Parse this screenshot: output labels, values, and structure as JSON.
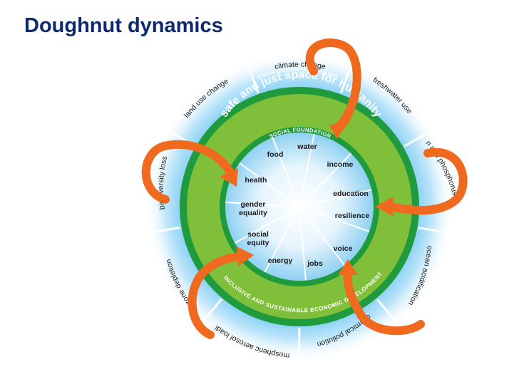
{
  "title": "Doughnut dynamics",
  "colors": {
    "title": "#0d2a6c",
    "outer_glow": "#8fd3f5",
    "ring_green": "#7fbf3a",
    "ring_dark_green": "#1f9a3c",
    "arrow_orange": "#ef6a1e",
    "spokes": "#ffffff"
  },
  "band_labels": {
    "environmental_ceiling": "ENVIRONMENTAL CEILING",
    "social_foundation": "SOCIAL FOUNDATION",
    "safe_and_just_space": "safe and just space for humanity",
    "economic_development": "INCLUSIVE AND SUSTAINABLE ECONOMIC DEVELOPMENT"
  },
  "planetary_boundaries": [
    {
      "label": "climate change"
    },
    {
      "label": "freshwater use"
    },
    {
      "label": "nitrogen and phosphorus cycles"
    },
    {
      "label": "ocean acidification"
    },
    {
      "label": "chemical pollution"
    },
    {
      "label": "atmospheric aerosol loading"
    },
    {
      "label": "ozone depletion"
    },
    {
      "label": "biodiversity loss"
    },
    {
      "label": "land use change"
    }
  ],
  "social_foundations": [
    {
      "label": "water"
    },
    {
      "label": "income"
    },
    {
      "label": "education"
    },
    {
      "label": "resilience"
    },
    {
      "label": "voice"
    },
    {
      "label": "jobs"
    },
    {
      "label": "energy"
    },
    {
      "label": "social equity",
      "lines": [
        "social",
        "equity"
      ]
    },
    {
      "label": "gender equality",
      "lines": [
        "gender",
        "equality"
      ]
    },
    {
      "label": "health"
    },
    {
      "label": "food"
    }
  ],
  "arrows": [
    {
      "name": "top-arrow"
    },
    {
      "name": "right-arrow"
    },
    {
      "name": "bottom-right-arrow"
    },
    {
      "name": "bottom-left-arrow"
    },
    {
      "name": "left-arrow"
    }
  ]
}
